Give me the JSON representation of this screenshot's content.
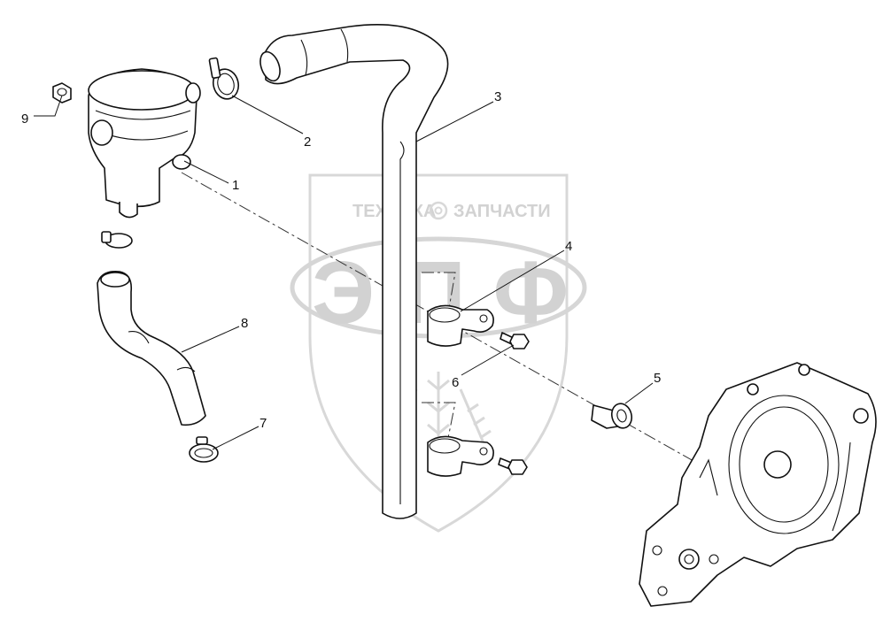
{
  "watermark": {
    "brand_top_left": "ТЕХНИКА",
    "brand_top_right": "ЗАПЧАСТИ",
    "brand_big": "ЭПФ",
    "gear_icon": "gear-icon",
    "wheat_icon": "wheat-ear-icon",
    "color": "#dcdcdc"
  },
  "callouts": [
    {
      "id": "1",
      "label": "1"
    },
    {
      "id": "2",
      "label": "2"
    },
    {
      "id": "3",
      "label": "3"
    },
    {
      "id": "4",
      "label": "4"
    },
    {
      "id": "5",
      "label": "5"
    },
    {
      "id": "6",
      "label": "6"
    },
    {
      "id": "7",
      "label": "7"
    },
    {
      "id": "8",
      "label": "8"
    },
    {
      "id": "9",
      "label": "9"
    }
  ]
}
